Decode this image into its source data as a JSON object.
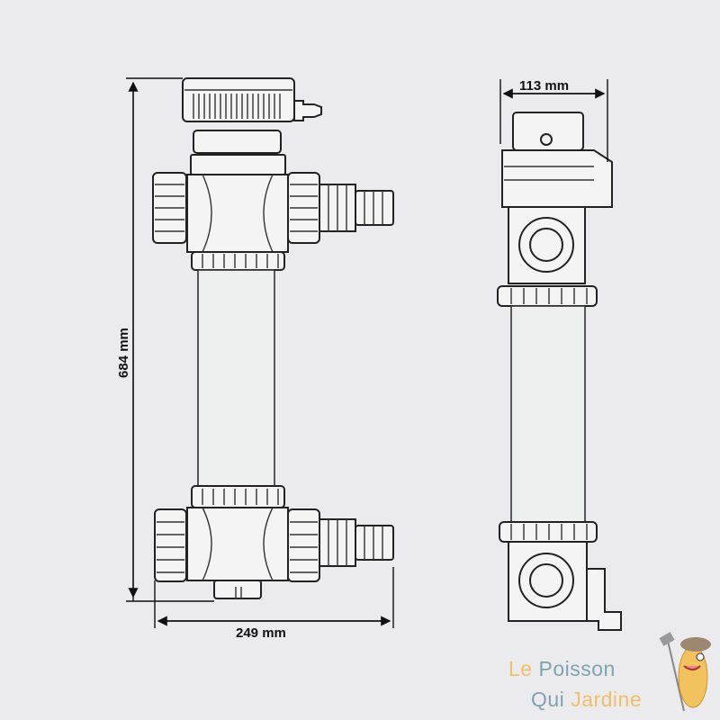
{
  "dimensions": {
    "height": "684 mm",
    "width_front": "249 mm",
    "width_side": "113 mm"
  },
  "logo": {
    "line1_a": "Le",
    "line1_b": "Poisson",
    "line2_a": "Qui",
    "line2_b": "Jardine"
  },
  "colors": {
    "logo_orange": "#efbf6a",
    "logo_blue": "#7ea3ae",
    "background": "#ebebed"
  }
}
